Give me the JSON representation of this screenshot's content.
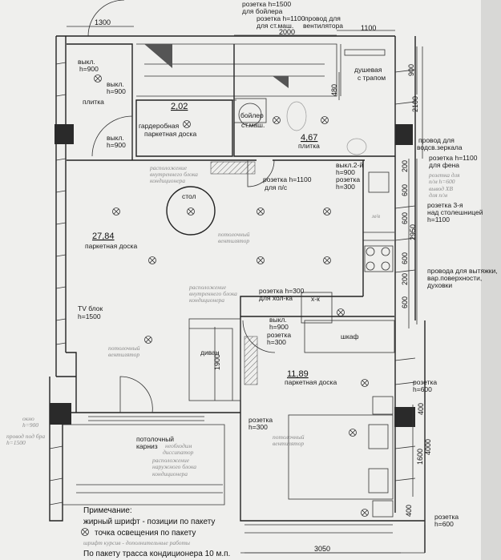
{
  "colors": {
    "paper": "#efefed",
    "ink": "#222222",
    "dark_column": "#2a2a2a",
    "italic_gray": "#8a8a8a"
  },
  "dimensions": {
    "top_left": "1300",
    "top_bath": "2000",
    "top_shower": "1100",
    "right_900": "900",
    "right_2100": "2100",
    "bath_480": "480",
    "k200a": "200",
    "k600a": "600",
    "k600b": "600",
    "k2950": "2950",
    "k600c": "600",
    "k200b": "200",
    "k600d": "600",
    "divan_1900": "1900",
    "b400a": "400",
    "b1600": "1600",
    "b4000": "4000",
    "b400b": "400",
    "bottom_3050": "3050"
  },
  "rooms": {
    "hall": {
      "floor": "плитка"
    },
    "wardrobe": {
      "area": "2,02",
      "name": "гардеробная",
      "floor": "паркетная доска"
    },
    "bath": {
      "area": "4,67",
      "floor": "плитка",
      "shower": "душевая",
      "shower2": "с трапом",
      "boiler": "бойлер",
      "washer": "ст.маш."
    },
    "living": {
      "area": "27,84",
      "floor": "паркетная доска",
      "table": "стол",
      "sofa": "диван"
    },
    "bedroom": {
      "area": "11,89",
      "floor": "паркетная доска",
      "wardrobe": "шкаф",
      "fridge": "х-к"
    }
  },
  "labels": {
    "sock_boiler_1": "розетка h=1500",
    "sock_boiler_2": "для бойлера",
    "sock_wm_1": "розетка h=1100",
    "sock_wm_2": "для ст.маш.",
    "fan_wire_1": "провод для",
    "fan_wire_2": "вентилятора",
    "mirror_wire_1": "провод для",
    "mirror_wire_2": "водсв.зеркала",
    "sw1_1": "выкл.",
    "sw1_2": "h=900",
    "sw2_1": "выкл.",
    "sw2_2": "h=900",
    "sw3_1": "выкл.",
    "sw3_2": "h=900",
    "sock_dish_1": "розетка h=1100",
    "sock_dish_2": "для п/с",
    "sw4_1": "выкл.2-й",
    "sw4_2": "h=900",
    "sock300a_1": "розетка",
    "sock300a_2": "h=300",
    "hair_1": "розетка h=1100",
    "hair_2": "для фена",
    "counter_1": "розетка 3-я",
    "counter_2": "над столешницей",
    "counter_3": "h=1100",
    "hood_1": "провода для вытяжки,",
    "hood_2": "вар.поверхности,",
    "hood_3": "духовки",
    "fridge_1": "розетка h=300",
    "fridge_2": "для хол-ка",
    "sw5_1": "выкл.",
    "sw5_2": "h=900",
    "sock300b_1": "розетка",
    "sock300b_2": "h=300",
    "tv_1": "TV блок",
    "tv_2": "h=1500",
    "sock300c_1": "розетка",
    "sock300c_2": "h=300",
    "bed1_1": "розетка",
    "bed1_2": "h=600",
    "bed2_1": "розетка",
    "bed2_2": "h=600",
    "cornice_1": "потолочный",
    "cornice_2": "карниз"
  },
  "italic_labels": {
    "ac_in_1": "расположение",
    "ac_in_2": "внутреннего блока",
    "ac_in_3": "кондиционера",
    "ac_in2_1": "расположение",
    "ac_in2_2": "внутреннего блока",
    "ac_in2_3": "кондиционера",
    "fan1_1": "потолочный",
    "fan1_2": "вентилятор",
    "fan2_1": "потолочный",
    "fan2_2": "вентилятор",
    "fan3_1": "потолочный",
    "fan3_2": "вентилятор",
    "dw_1": "розетка для",
    "dw_2": "п/м h=600",
    "dw_3": "вывод ХВ",
    "dw_4": "для п/м",
    "mv": "м/в",
    "win_1": "окно",
    "win_2": "h=900",
    "bra_1": "провод под бра",
    "bra_2": "h=1500",
    "diss_1": "необходим",
    "diss_2": "диссипатор",
    "ac_out_1": "расположение",
    "ac_out_2": "наружного блока",
    "ac_out_3": "кондиционера"
  },
  "notes": {
    "title": "Примечание:",
    "bold": "жирный шрифт - позиции по пакету",
    "light": "точка освещения по пакету",
    "italic": "шрифт курсив - дополнительные работы",
    "ac": "По пакету трасса кондиционера 10 м.п."
  }
}
